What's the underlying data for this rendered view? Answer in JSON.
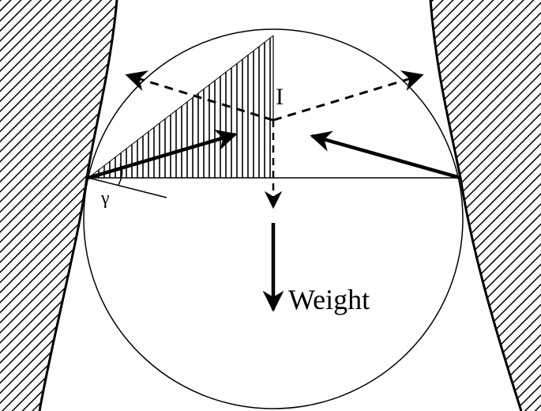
{
  "labels": {
    "weight": "Weight",
    "point_i": "I",
    "angle_gamma": "γ"
  },
  "colors": {
    "ink": "#000000",
    "background": "#ffffff"
  }
}
